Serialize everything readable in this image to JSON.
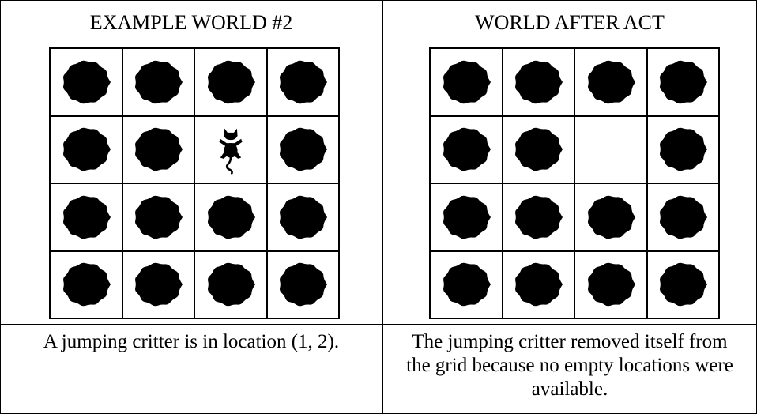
{
  "panels": [
    {
      "title": "EXAMPLE WORLD #2",
      "caption": "A jumping critter is in location (1, 2).",
      "grid": [
        [
          "rock",
          "rock",
          "rock",
          "rock"
        ],
        [
          "rock",
          "rock",
          "critter",
          "rock"
        ],
        [
          "rock",
          "rock",
          "rock",
          "rock"
        ],
        [
          "rock",
          "rock",
          "rock",
          "rock"
        ]
      ]
    },
    {
      "title": "WORLD AFTER ACT",
      "caption": "The jumping critter removed itself from the grid because no empty locations were available.",
      "grid": [
        [
          "rock",
          "rock",
          "rock",
          "rock"
        ],
        [
          "rock",
          "rock",
          "empty",
          "rock"
        ],
        [
          "rock",
          "rock",
          "rock",
          "rock"
        ],
        [
          "rock",
          "rock",
          "rock",
          "rock"
        ]
      ]
    }
  ],
  "icons": {
    "rock": "rock-icon",
    "critter": "critter-icon"
  }
}
